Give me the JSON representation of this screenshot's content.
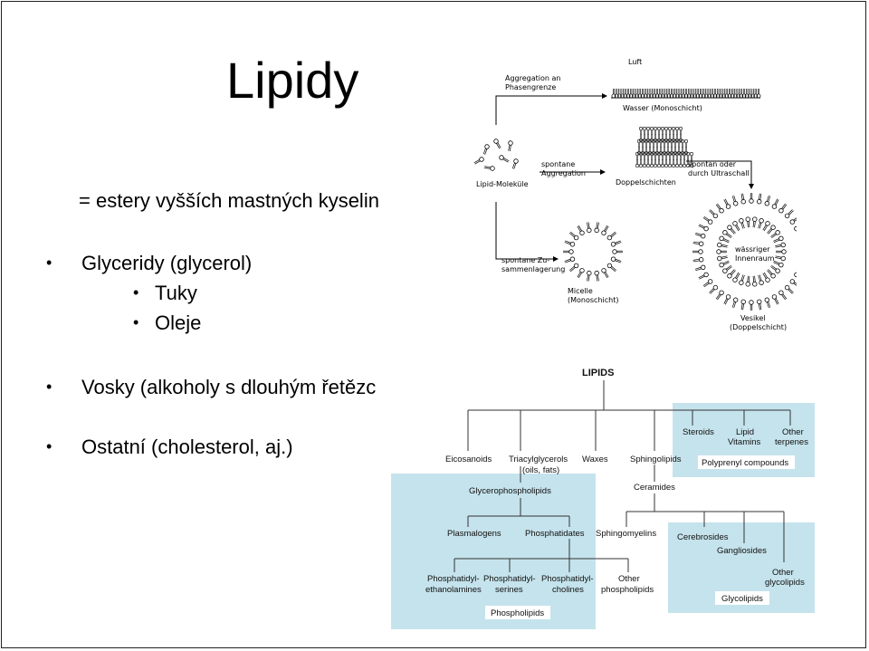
{
  "title": "Lipidy",
  "definition": "= estery vyšších mastných kyselin",
  "bullets": [
    {
      "text": "Glyceridy (glycerol)"
    },
    {
      "text": "Tuky"
    },
    {
      "text": "Oleje"
    },
    {
      "text": "Vosky (alkoholy s dlouhým řetězc"
    },
    {
      "text": "Ostatní (cholesterol, aj.)"
    }
  ],
  "top_diagram": {
    "luft": "Luft",
    "aggregation1": "Aggregation an",
    "aggregation2": "Phasengrenze",
    "wasser": "Wasser (Monoschicht)",
    "spontane1": "spontane",
    "spontane2": "Aggregation",
    "lipid_molekule": "Lipid-Moleküle",
    "doppelschichten": "Doppelschichten",
    "spontan_oder1": "spontan oder",
    "spontan_oder2": "durch Ultraschall",
    "zusammen1": "spontane Zu-",
    "zusammen2": "sammenlagerung",
    "micelle1": "Micelle",
    "micelle2": "(Monoschicht)",
    "wassriger1": "wässriger",
    "wassriger2": "Innenraum",
    "vesikel1": "Vesikel",
    "vesikel2": "(Doppelschicht)"
  },
  "bottom_diagram": {
    "lipids": "LIPIDS",
    "eicosanoids": "Eicosanoids",
    "triacyl1": "Triacylglycerols",
    "triacyl2": "(oils, fats)",
    "waxes": "Waxes",
    "sphingolipids": "Sphingolipids",
    "steroids": "Steroids",
    "lipid1": "Lipid",
    "lipid2": "Vitamins",
    "other1": "Other",
    "other2": "terpenes",
    "polyprenyl": "Polyprenyl compounds",
    "glycerophospho": "Glycerophospholipids",
    "ceramides": "Ceramides",
    "plasmalogens": "Plasmalogens",
    "phosphatidates": "Phosphatidates",
    "sphingomyelins": "Sphingomyelins",
    "cerebrosides": "Cerebrosides",
    "gangliosides": "Gangliosides",
    "othergly1": "Other",
    "othergly2": "glycolipids",
    "pe1": "Phosphatidyl-",
    "pe2": "ethanolamines",
    "ps1": "Phosphatidyl-",
    "ps2": "serines",
    "pc1": "Phosphatidyl-",
    "pc2": "cholines",
    "op1": "Other",
    "op2": "phospholipids",
    "glycolipids": "Glycolipids",
    "phospholipids": "Phospholipids",
    "colors": {
      "box": "#c5e3ec",
      "label_box": "#ffffff",
      "line": "#333333"
    }
  }
}
